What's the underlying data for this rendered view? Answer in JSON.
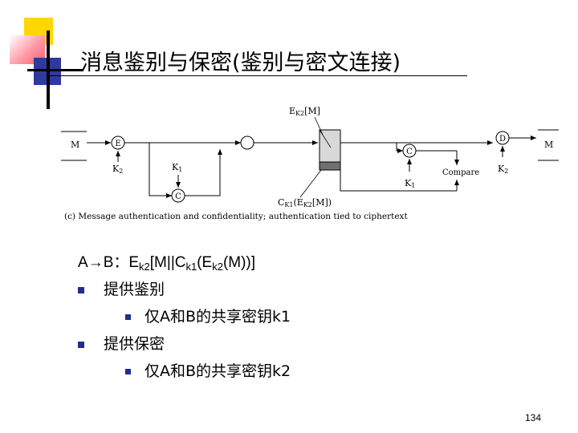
{
  "slide": {
    "title": "消息鉴别与保密(鉴别与密文连接)",
    "page_number": "134"
  },
  "diagram": {
    "input_m": "M",
    "output_m": "M",
    "encrypt_e": "E",
    "decrypt_d": "D",
    "mac_c": "C",
    "compare_c": "C",
    "key_k2_left": "K",
    "key_k2_left_sub": "2",
    "key_k1_left": "K",
    "key_k1_left_sub": "1",
    "key_k1_right": "K",
    "key_k1_right_sub": "1",
    "key_k2_right": "K",
    "key_k2_right_sub": "2",
    "ek2m_label": "E",
    "ek2m_sub": "K2",
    "ek2m_suffix": "[M]",
    "ck1_label": "C",
    "ck1_sub": "K1",
    "ck1_mid": "(E",
    "ck1_sub2": "K2",
    "ck1_suffix": "[M])",
    "compare_label": "Compare",
    "caption": "(c) Message authentication and confidentiality; authentication tied to ciphertext"
  },
  "formula": {
    "p1": "A",
    "arrow": "→",
    "p2": "B：E",
    "s1": "k2",
    "p3": "[M||C",
    "s2": "k1",
    "p4": "(E",
    "s3": "k2",
    "p5": "(M))]"
  },
  "bullets": [
    {
      "text": "提供鉴别",
      "sub": "仅A和B的共享密钥k1"
    },
    {
      "text": "提供保密",
      "sub": "仅A和B的共享密钥k2"
    }
  ]
}
